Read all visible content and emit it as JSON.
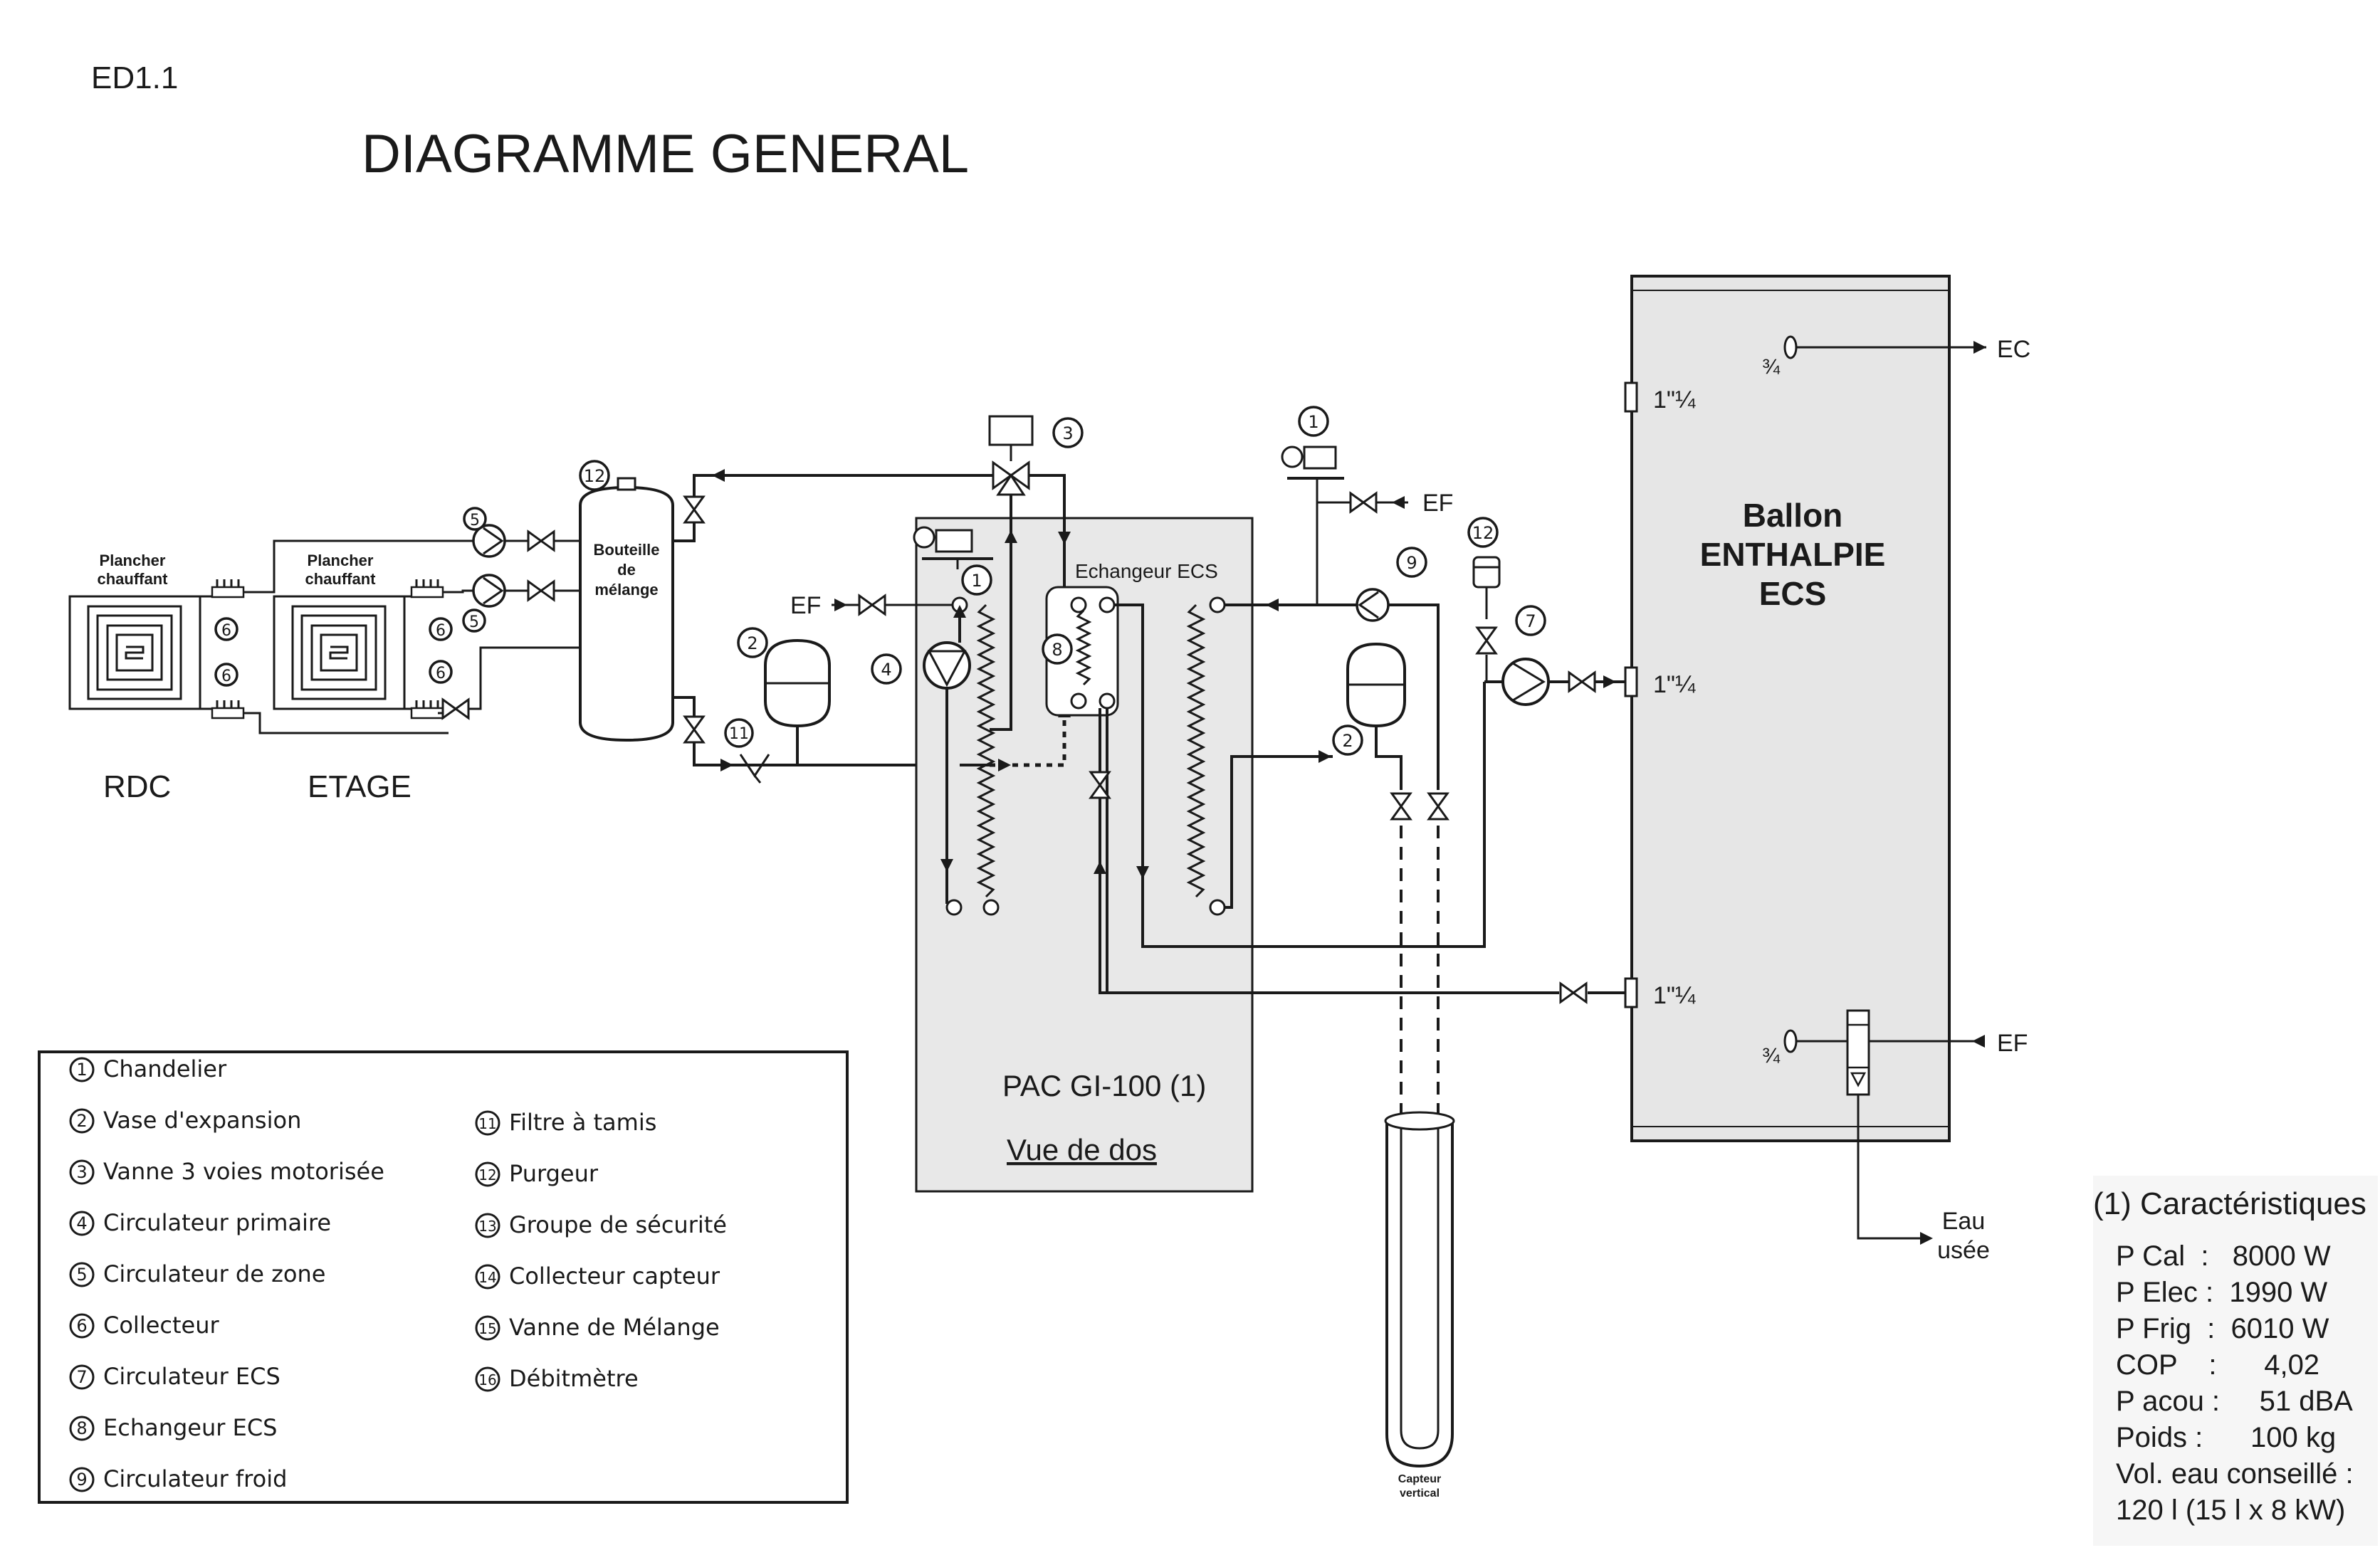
{
  "doc_ref": "ED1.1",
  "title": "DIAGRAMME GENERAL",
  "labels": {
    "plancher_rdc": [
      "Plancher",
      "chauffant"
    ],
    "plancher_etage": [
      "Plancher",
      "chauffant"
    ],
    "rdc": "RDC",
    "etage": "ETAGE",
    "bouteille": [
      "Bouteille",
      "de",
      "mélange"
    ],
    "echangeur": "Echangeur ECS",
    "pac_title": "PAC GI-100 (1)",
    "pac_sub": "Vue de dos",
    "ballon": [
      "Ballon",
      "ENTHALPIE",
      "ECS"
    ],
    "ef": "EF",
    "ec": "EC",
    "eau_usee": [
      "Eau",
      "usée"
    ],
    "capteur": [
      "Capteur",
      "vertical"
    ],
    "size_114": "1\"¼",
    "size_34": "¾"
  },
  "markers": {
    "m1": "1",
    "m2": "2",
    "m3": "3",
    "m4": "4",
    "m5": "5",
    "m6": "6",
    "m7": "7",
    "m8": "8",
    "m9": "9",
    "m11": "11",
    "m12": "12"
  },
  "legend": {
    "left": [
      {
        "num": "1",
        "text": "Chandelier"
      },
      {
        "num": "2",
        "text": "Vase d'expansion"
      },
      {
        "num": "3",
        "text": "Vanne 3 voies motorisée"
      },
      {
        "num": "4",
        "text": "Circulateur primaire"
      },
      {
        "num": "5",
        "text": "Circulateur de zone"
      },
      {
        "num": "6",
        "text": "Collecteur"
      },
      {
        "num": "7",
        "text": "Circulateur ECS"
      },
      {
        "num": "8",
        "text": "Echangeur ECS"
      },
      {
        "num": "9",
        "text": "Circulateur froid"
      }
    ],
    "right": [
      {
        "num": "11",
        "text": "Filtre à tamis"
      },
      {
        "num": "12",
        "text": "Purgeur"
      },
      {
        "num": "13",
        "text": "Groupe de sécurité"
      },
      {
        "num": "14",
        "text": "Collecteur capteur"
      },
      {
        "num": "15",
        "text": "Vanne de Mélange"
      },
      {
        "num": "16",
        "text": "Débitmètre"
      }
    ]
  },
  "specs": {
    "title": "(1) Caractéristiques",
    "lines": [
      "P Cal  :   8000 W",
      "P Elec :  1990 W",
      "P Frig  :  6010 W",
      "COP    :      4,02",
      "P acou :     51 dBA",
      "Poids :      100 kg",
      "Vol. eau conseillé :",
      "120 l (15 l x 8 kW)"
    ]
  }
}
